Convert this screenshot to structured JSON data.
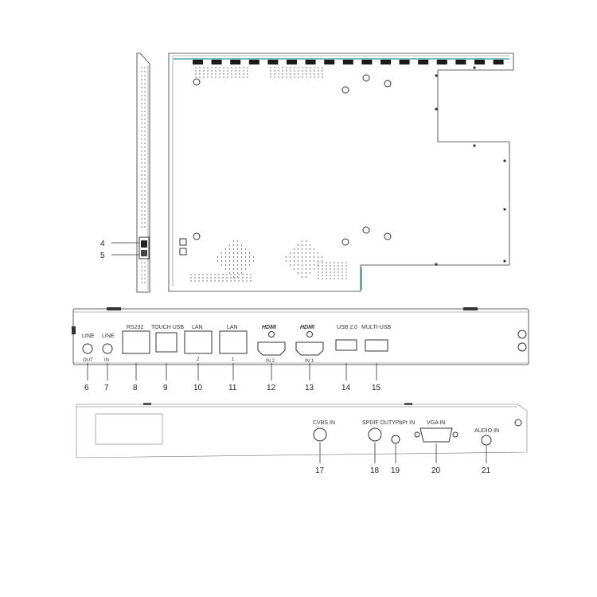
{
  "callouts": {
    "c4": "4",
    "c5": "5"
  },
  "rear_panel": {
    "ports": {
      "line_out_top": "LINE",
      "line_out_bottom": "OUT",
      "line_in_top": "LINE",
      "line_in_bottom": "IN",
      "rs232": "RS232",
      "touch_usb": "TOUCH USB",
      "lan2_top": "LAN",
      "lan2_bottom": "2",
      "lan1_top": "LAN",
      "lan1_bottom": "1",
      "hdmi2_logo": "HDMI",
      "hdmi2_bottom": "IN 2",
      "hdmi1_logo": "HDMI",
      "hdmi1_bottom": "IN 1",
      "usb2": "USB 2.0",
      "multi_usb": "MULTI-USB"
    },
    "numbers": [
      "6",
      "7",
      "8",
      "9",
      "10",
      "11",
      "12",
      "13",
      "14",
      "15"
    ]
  },
  "side_panel": {
    "ports": {
      "cvbs_in": "CVBS IN",
      "spdif_out": "SPDIF OUT",
      "ypbpr_in": "YPbPr IN",
      "vga_in": "VGA IN",
      "audio_in": "AUDIO IN"
    },
    "numbers": [
      "17",
      "18",
      "19",
      "20",
      "21"
    ]
  },
  "colors": {
    "outline": "#333333",
    "accent_green": "#2a9d8f",
    "vent_fill": "#1a1a1a"
  }
}
